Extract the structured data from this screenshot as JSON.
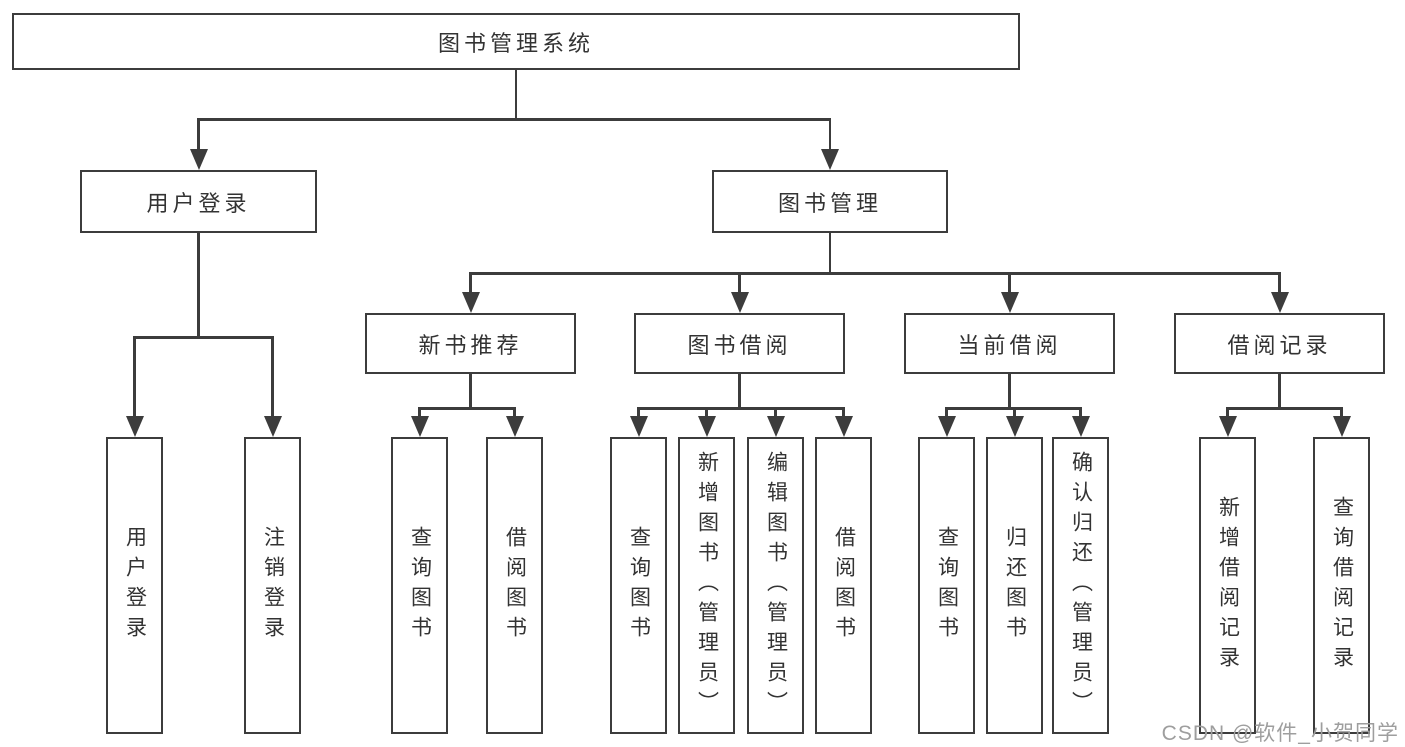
{
  "root": {
    "label": "图书管理系统"
  },
  "level2": {
    "user_login": {
      "label": "用户登录"
    },
    "book_mgmt": {
      "label": "图书管理"
    }
  },
  "level3": {
    "new_book": {
      "label": "新书推荐"
    },
    "book_borrow": {
      "label": "图书借阅"
    },
    "current_borrow": {
      "label": "当前借阅"
    },
    "borrow_record": {
      "label": "借阅记录"
    }
  },
  "leaves": {
    "user_login": [
      "用户登录",
      "注销登录"
    ],
    "new_book": [
      "查询图书",
      "借阅图书"
    ],
    "book_borrow": [
      "查询图书",
      "新增图书（管理员）",
      "编辑图书（管理员）",
      "借阅图书"
    ],
    "current_borrow": [
      "查询图书",
      "归还图书",
      "确认归还（管理员）"
    ],
    "borrow_record": [
      "新增借阅记录",
      "查询借阅记录"
    ]
  },
  "watermark": {
    "text": "CSDN @软件_小贺同学"
  },
  "colors": {
    "line": "#3c3c3c",
    "text": "#333333",
    "watermark": "#9e9e9e",
    "background": "#ffffff"
  }
}
